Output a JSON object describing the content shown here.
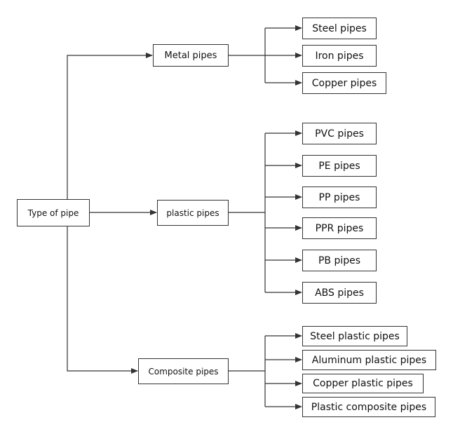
{
  "root": {
    "label": "Type of pipe"
  },
  "categories": [
    {
      "label": "Metal pipes",
      "children": [
        "Steel pipes",
        "Iron pipes",
        "Copper pipes"
      ]
    },
    {
      "label": "plastic pipes",
      "children": [
        "PVC pipes",
        "PE pipes",
        "PP pipes",
        "PPR pipes",
        "PB pipes",
        "ABS pipes"
      ]
    },
    {
      "label": "Composite pipes",
      "children": [
        "Steel plastic pipes",
        "Aluminum plastic pipes",
        "Copper plastic pipes",
        "Plastic composite pipes"
      ]
    }
  ],
  "colors": {
    "line": "#333333",
    "box_border": "#333333",
    "background": "#ffffff"
  }
}
